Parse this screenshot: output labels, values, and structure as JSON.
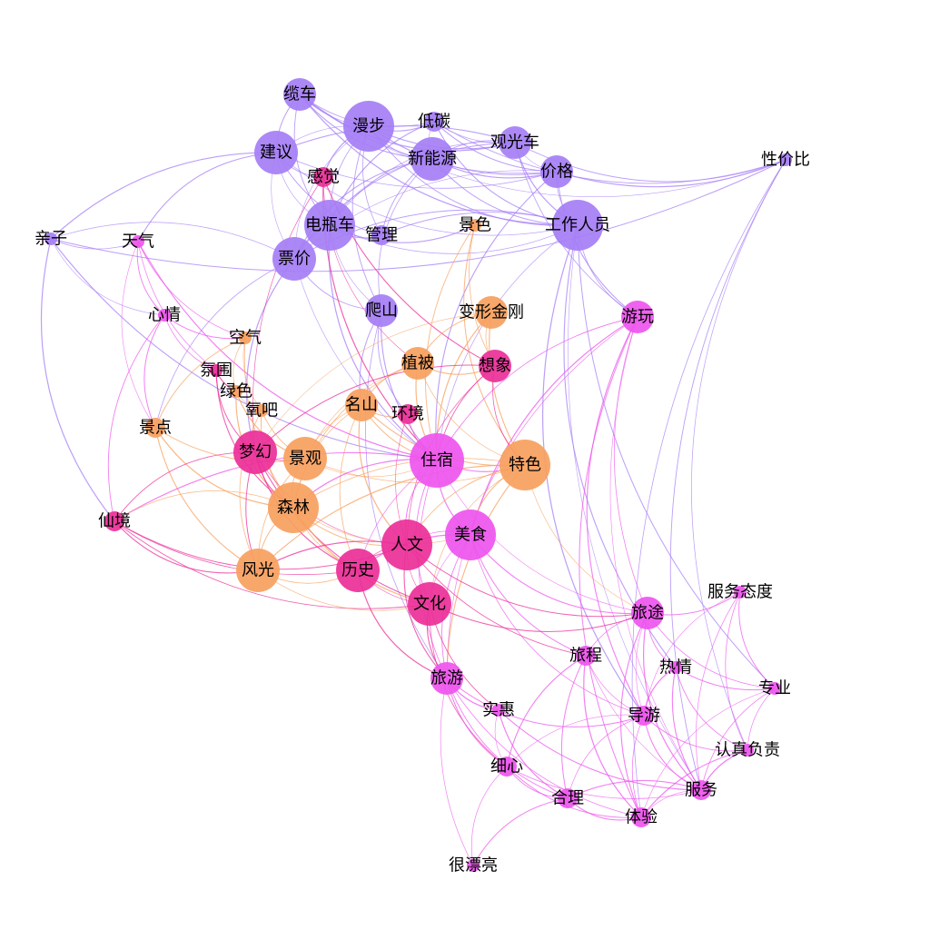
{
  "diagram": {
    "type": "keyword co-occurrence network",
    "background": "#ffffff",
    "community_colors": {
      "purple": "#a57ef5",
      "magenta": "#ee55ee",
      "pink": "#ec2f98",
      "orange": "#f7a05e"
    },
    "nodes": [
      {
        "id": "缆车",
        "label": "缆车",
        "group": "purple",
        "weight": 3
      },
      {
        "id": "漫步",
        "label": "漫步",
        "group": "purple",
        "weight": 5
      },
      {
        "id": "低碳",
        "label": "低碳",
        "group": "purple",
        "weight": 2
      },
      {
        "id": "观光车",
        "label": "观光车",
        "group": "purple",
        "weight": 3
      },
      {
        "id": "建议",
        "label": "建议",
        "group": "purple",
        "weight": 4
      },
      {
        "id": "感觉",
        "label": "感觉",
        "group": "pink",
        "weight": 2
      },
      {
        "id": "新能源",
        "label": "新能源",
        "group": "purple",
        "weight": 4
      },
      {
        "id": "价格",
        "label": "价格",
        "group": "purple",
        "weight": 3
      },
      {
        "id": "性价比",
        "label": "性价比",
        "group": "purple",
        "weight": 1
      },
      {
        "id": "亲子",
        "label": "亲子",
        "group": "purple",
        "weight": 1
      },
      {
        "id": "天气",
        "label": "天气",
        "group": "magenta",
        "weight": 1
      },
      {
        "id": "电瓶车",
        "label": "电瓶车",
        "group": "purple",
        "weight": 5
      },
      {
        "id": "管理",
        "label": "管理",
        "group": "purple",
        "weight": 2
      },
      {
        "id": "景色",
        "label": "景色",
        "group": "orange",
        "weight": 1
      },
      {
        "id": "工作人员",
        "label": "工作人员",
        "group": "purple",
        "weight": 5
      },
      {
        "id": "票价",
        "label": "票价",
        "group": "purple",
        "weight": 4
      },
      {
        "id": "心情",
        "label": "心情",
        "group": "magenta",
        "weight": 1
      },
      {
        "id": "爬山",
        "label": "爬山",
        "group": "purple",
        "weight": 3
      },
      {
        "id": "变形金刚",
        "label": "变形金刚",
        "group": "orange",
        "weight": 3
      },
      {
        "id": "游玩",
        "label": "游玩",
        "group": "magenta",
        "weight": 3
      },
      {
        "id": "空气",
        "label": "空气",
        "group": "orange",
        "weight": 1
      },
      {
        "id": "氛围",
        "label": "氛围",
        "group": "pink",
        "weight": 1
      },
      {
        "id": "植被",
        "label": "植被",
        "group": "orange",
        "weight": 3
      },
      {
        "id": "想象",
        "label": "想象",
        "group": "pink",
        "weight": 3
      },
      {
        "id": "绿色",
        "label": "绿色",
        "group": "orange",
        "weight": 1
      },
      {
        "id": "氧吧",
        "label": "氧吧",
        "group": "orange",
        "weight": 1
      },
      {
        "id": "名山",
        "label": "名山",
        "group": "orange",
        "weight": 3
      },
      {
        "id": "环境",
        "label": "环境",
        "group": "pink",
        "weight": 2
      },
      {
        "id": "景点",
        "label": "景点",
        "group": "orange",
        "weight": 2
      },
      {
        "id": "梦幻",
        "label": "梦幻",
        "group": "pink",
        "weight": 4
      },
      {
        "id": "景观",
        "label": "景观",
        "group": "orange",
        "weight": 4
      },
      {
        "id": "住宿",
        "label": "住宿",
        "group": "magenta",
        "weight": 6
      },
      {
        "id": "特色",
        "label": "特色",
        "group": "orange",
        "weight": 5
      },
      {
        "id": "森林",
        "label": "森林",
        "group": "orange",
        "weight": 5
      },
      {
        "id": "仙境",
        "label": "仙境",
        "group": "pink",
        "weight": 2
      },
      {
        "id": "美食",
        "label": "美食",
        "group": "magenta",
        "weight": 5
      },
      {
        "id": "人文",
        "label": "人文",
        "group": "pink",
        "weight": 5
      },
      {
        "id": "风光",
        "label": "风光",
        "group": "orange",
        "weight": 4
      },
      {
        "id": "历史",
        "label": "历史",
        "group": "pink",
        "weight": 4
      },
      {
        "id": "服务态度",
        "label": "服务态度",
        "group": "magenta",
        "weight": 1
      },
      {
        "id": "文化",
        "label": "文化",
        "group": "pink",
        "weight": 4
      },
      {
        "id": "旅途",
        "label": "旅途",
        "group": "magenta",
        "weight": 3
      },
      {
        "id": "旅程",
        "label": "旅程",
        "group": "magenta",
        "weight": 2
      },
      {
        "id": "热情",
        "label": "热情",
        "group": "magenta",
        "weight": 1
      },
      {
        "id": "专业",
        "label": "专业",
        "group": "magenta",
        "weight": 1
      },
      {
        "id": "旅游",
        "label": "旅游",
        "group": "magenta",
        "weight": 3
      },
      {
        "id": "实惠",
        "label": "实惠",
        "group": "magenta",
        "weight": 1
      },
      {
        "id": "导游",
        "label": "导游",
        "group": "magenta",
        "weight": 2
      },
      {
        "id": "认真负责",
        "label": "认真负责",
        "group": "magenta",
        "weight": 1
      },
      {
        "id": "细心",
        "label": "细心",
        "group": "magenta",
        "weight": 2
      },
      {
        "id": "服务",
        "label": "服务",
        "group": "magenta",
        "weight": 2
      },
      {
        "id": "合理",
        "label": "合理",
        "group": "magenta",
        "weight": 2
      },
      {
        "id": "体验",
        "label": "体验",
        "group": "magenta",
        "weight": 2
      },
      {
        "id": "很漂亮",
        "label": "很漂亮",
        "group": "magenta",
        "weight": 1
      }
    ],
    "edges": [
      [
        "缆车",
        "漫步"
      ],
      [
        "缆车",
        "观光车"
      ],
      [
        "缆车",
        "新能源"
      ],
      [
        "缆车",
        "建议"
      ],
      [
        "缆车",
        "电瓶车"
      ],
      [
        "缆车",
        "低碳"
      ],
      [
        "缆车",
        "价格"
      ],
      [
        "缆车",
        "性价比"
      ],
      [
        "缆车",
        "工作人员"
      ],
      [
        "漫步",
        "低碳"
      ],
      [
        "漫步",
        "观光车"
      ],
      [
        "漫步",
        "新能源"
      ],
      [
        "漫步",
        "电瓶车"
      ],
      [
        "漫步",
        "建议"
      ],
      [
        "漫步",
        "票价"
      ],
      [
        "漫步",
        "感觉"
      ],
      [
        "漫步",
        "价格"
      ],
      [
        "漫步",
        "工作人员"
      ],
      [
        "漫步",
        "爬山"
      ],
      [
        "漫步",
        "管理"
      ],
      [
        "低碳",
        "观光车"
      ],
      [
        "低碳",
        "新能源"
      ],
      [
        "低碳",
        "电瓶车"
      ],
      [
        "低碳",
        "价格"
      ],
      [
        "低碳",
        "工作人员"
      ],
      [
        "低碳",
        "性价比"
      ],
      [
        "观光车",
        "新能源"
      ],
      [
        "观光车",
        "电瓶车"
      ],
      [
        "观光车",
        "价格"
      ],
      [
        "观光车",
        "工作人员"
      ],
      [
        "观光车",
        "建议"
      ],
      [
        "观光车",
        "票价"
      ],
      [
        "观光车",
        "性价比"
      ],
      [
        "观光车",
        "游玩"
      ],
      [
        "建议",
        "电瓶车"
      ],
      [
        "建议",
        "票价"
      ],
      [
        "建议",
        "亲子"
      ],
      [
        "建议",
        "天气"
      ],
      [
        "建议",
        "感觉"
      ],
      [
        "建议",
        "管理"
      ],
      [
        "建议",
        "价格"
      ],
      [
        "建议",
        "工作人员"
      ],
      [
        "新能源",
        "电瓶车"
      ],
      [
        "新能源",
        "价格"
      ],
      [
        "新能源",
        "票价"
      ],
      [
        "新能源",
        "工作人员"
      ],
      [
        "新能源",
        "管理"
      ],
      [
        "新能源",
        "爬山"
      ],
      [
        "价格",
        "工作人员"
      ],
      [
        "价格",
        "票价"
      ],
      [
        "价格",
        "性价比"
      ],
      [
        "价格",
        "住宿"
      ],
      [
        "价格",
        "游玩"
      ],
      [
        "电瓶车",
        "票价"
      ],
      [
        "电瓶车",
        "管理"
      ],
      [
        "电瓶车",
        "工作人员"
      ],
      [
        "电瓶车",
        "爬山"
      ],
      [
        "电瓶车",
        "住宿"
      ],
      [
        "电瓶车",
        "景色"
      ],
      [
        "工作人员",
        "票价"
      ],
      [
        "工作人员",
        "管理"
      ],
      [
        "工作人员",
        "游玩"
      ],
      [
        "工作人员",
        "住宿"
      ],
      [
        "工作人员",
        "服务"
      ],
      [
        "工作人员",
        "导游"
      ],
      [
        "工作人员",
        "热情"
      ],
      [
        "工作人员",
        "专业"
      ],
      [
        "票价",
        "爬山"
      ],
      [
        "票价",
        "景点"
      ],
      [
        "票价",
        "亲子"
      ],
      [
        "票价",
        "住宿"
      ],
      [
        "票价",
        "梦幻"
      ],
      [
        "爬山",
        "住宿"
      ],
      [
        "爬山",
        "名山"
      ],
      [
        "爬山",
        "环境"
      ],
      [
        "爬山",
        "旅游"
      ],
      [
        "亲子",
        "天气"
      ],
      [
        "亲子",
        "心情"
      ],
      [
        "亲子",
        "仙境"
      ],
      [
        "亲子",
        "住宿"
      ],
      [
        "亲子",
        "性价比"
      ],
      [
        "天气",
        "心情"
      ],
      [
        "天气",
        "空气"
      ],
      [
        "天气",
        "氛围"
      ],
      [
        "天气",
        "景点"
      ],
      [
        "天气",
        "住宿"
      ],
      [
        "心情",
        "空气"
      ],
      [
        "心情",
        "景点"
      ],
      [
        "心情",
        "仙境"
      ],
      [
        "心情",
        "氛围"
      ],
      [
        "感觉",
        "梦幻"
      ],
      [
        "感觉",
        "植被"
      ],
      [
        "感觉",
        "住宿"
      ],
      [
        "感觉",
        "想象"
      ],
      [
        "景色",
        "特色"
      ],
      [
        "景色",
        "住宿"
      ],
      [
        "景色",
        "想象"
      ],
      [
        "变形金刚",
        "想象"
      ],
      [
        "变形金刚",
        "梦幻"
      ],
      [
        "变形金刚",
        "住宿"
      ],
      [
        "变形金刚",
        "特色"
      ],
      [
        "变形金刚",
        "植被"
      ],
      [
        "游玩",
        "住宿"
      ],
      [
        "游玩",
        "旅途"
      ],
      [
        "游玩",
        "旅游"
      ],
      [
        "游玩",
        "服务"
      ],
      [
        "游玩",
        "美食"
      ],
      [
        "游玩",
        "导游"
      ],
      [
        "游玩",
        "体验"
      ],
      [
        "空气",
        "景点"
      ],
      [
        "空气",
        "森林"
      ],
      [
        "空气",
        "绿色"
      ],
      [
        "空气",
        "氧吧"
      ],
      [
        "氛围",
        "绿色"
      ],
      [
        "氛围",
        "森林"
      ],
      [
        "氛围",
        "梦幻"
      ],
      [
        "植被",
        "名山"
      ],
      [
        "植被",
        "森林"
      ],
      [
        "植被",
        "特色"
      ],
      [
        "植被",
        "景观"
      ],
      [
        "植被",
        "住宿"
      ],
      [
        "植被",
        "想象"
      ],
      [
        "想象",
        "梦幻"
      ],
      [
        "想象",
        "住宿"
      ],
      [
        "想象",
        "特色"
      ],
      [
        "想象",
        "人文"
      ],
      [
        "绿色",
        "氧吧"
      ],
      [
        "绿色",
        "森林"
      ],
      [
        "绿色",
        "景观"
      ],
      [
        "氧吧",
        "森林"
      ],
      [
        "氧吧",
        "景观"
      ],
      [
        "氧吧",
        "风光"
      ],
      [
        "名山",
        "森林"
      ],
      [
        "名山",
        "景观"
      ],
      [
        "名山",
        "人文"
      ],
      [
        "名山",
        "特色"
      ],
      [
        "名山",
        "住宿"
      ],
      [
        "名山",
        "环境"
      ],
      [
        "名山",
        "历史"
      ],
      [
        "环境",
        "住宿"
      ],
      [
        "环境",
        "人文"
      ],
      [
        "景点",
        "森林"
      ],
      [
        "景点",
        "风光"
      ],
      [
        "景点",
        "景观"
      ],
      [
        "梦幻",
        "仙境"
      ],
      [
        "梦幻",
        "森林"
      ],
      [
        "梦幻",
        "景观"
      ],
      [
        "梦幻",
        "人文"
      ],
      [
        "梦幻",
        "历史"
      ],
      [
        "梦幻",
        "文化"
      ],
      [
        "梦幻",
        "风光"
      ],
      [
        "景观",
        "森林"
      ],
      [
        "景观",
        "风光"
      ],
      [
        "景观",
        "特色"
      ],
      [
        "景观",
        "住宿"
      ],
      [
        "住宿",
        "美食"
      ],
      [
        "住宿",
        "特色"
      ],
      [
        "住宿",
        "人文"
      ],
      [
        "住宿",
        "文化"
      ],
      [
        "住宿",
        "旅游"
      ],
      [
        "住宿",
        "历史"
      ],
      [
        "住宿",
        "旅途"
      ],
      [
        "住宿",
        "森林"
      ],
      [
        "住宿",
        "仙境"
      ],
      [
        "特色",
        "美食"
      ],
      [
        "特色",
        "人文"
      ],
      [
        "特色",
        "森林"
      ],
      [
        "特色",
        "文化"
      ],
      [
        "特色",
        "旅途"
      ],
      [
        "特色",
        "风光"
      ],
      [
        "特色",
        "旅游"
      ],
      [
        "森林",
        "风光"
      ],
      [
        "森林",
        "人文"
      ],
      [
        "森林",
        "历史"
      ],
      [
        "森林",
        "仙境"
      ],
      [
        "森林",
        "美食"
      ],
      [
        "森林",
        "文化"
      ],
      [
        "仙境",
        "风光"
      ],
      [
        "仙境",
        "人文"
      ],
      [
        "仙境",
        "文化"
      ],
      [
        "仙境",
        "历史"
      ],
      [
        "美食",
        "人文"
      ],
      [
        "美食",
        "文化"
      ],
      [
        "美食",
        "历史"
      ],
      [
        "美食",
        "旅途"
      ],
      [
        "美食",
        "旅程"
      ],
      [
        "美食",
        "旅游"
      ],
      [
        "美食",
        "导游"
      ],
      [
        "人文",
        "历史"
      ],
      [
        "人文",
        "文化"
      ],
      [
        "人文",
        "风光"
      ],
      [
        "人文",
        "旅游"
      ],
      [
        "人文",
        "旅途"
      ],
      [
        "人文",
        "旅程"
      ],
      [
        "风光",
        "历史"
      ],
      [
        "风光",
        "文化"
      ],
      [
        "历史",
        "文化"
      ],
      [
        "历史",
        "旅游"
      ],
      [
        "文化",
        "旅游"
      ],
      [
        "文化",
        "旅途"
      ],
      [
        "文化",
        "实惠"
      ],
      [
        "文化",
        "细心"
      ],
      [
        "旅途",
        "旅程"
      ],
      [
        "旅途",
        "导游"
      ],
      [
        "旅途",
        "服务"
      ],
      [
        "旅途",
        "体验"
      ],
      [
        "旅途",
        "服务态度"
      ],
      [
        "旅途",
        "热情"
      ],
      [
        "旅途",
        "专业"
      ],
      [
        "旅程",
        "导游"
      ],
      [
        "旅程",
        "服务"
      ],
      [
        "旅程",
        "体验"
      ],
      [
        "旅程",
        "细心"
      ],
      [
        "旅程",
        "合理"
      ],
      [
        "服务态度",
        "专业"
      ],
      [
        "服务态度",
        "认真负责"
      ],
      [
        "服务态度",
        "服务"
      ],
      [
        "服务态度",
        "导游"
      ],
      [
        "热情",
        "导游"
      ],
      [
        "热情",
        "服务"
      ],
      [
        "热情",
        "专业"
      ],
      [
        "热情",
        "认真负责"
      ],
      [
        "专业",
        "服务"
      ],
      [
        "专业",
        "认真负责"
      ],
      [
        "专业",
        "体验"
      ],
      [
        "旅游",
        "实惠"
      ],
      [
        "旅游",
        "细心"
      ],
      [
        "旅游",
        "导游"
      ],
      [
        "旅游",
        "合理"
      ],
      [
        "旅游",
        "体验"
      ],
      [
        "旅游",
        "很漂亮"
      ],
      [
        "实惠",
        "细心"
      ],
      [
        "实惠",
        "合理"
      ],
      [
        "实惠",
        "服务"
      ],
      [
        "导游",
        "服务"
      ],
      [
        "导游",
        "认真负责"
      ],
      [
        "导游",
        "体验"
      ],
      [
        "导游",
        "合理"
      ],
      [
        "导游",
        "细心"
      ],
      [
        "认真负责",
        "服务"
      ],
      [
        "认真负责",
        "体验"
      ],
      [
        "细心",
        "合理"
      ],
      [
        "细心",
        "体验"
      ],
      [
        "细心",
        "服务"
      ],
      [
        "细心",
        "很漂亮"
      ],
      [
        "服务",
        "体验"
      ],
      [
        "服务",
        "合理"
      ],
      [
        "合理",
        "体验"
      ],
      [
        "合理",
        "很漂亮"
      ],
      [
        "性价比",
        "服务"
      ],
      [
        "性价比",
        "体验"
      ],
      [
        "性价比",
        "认真负责"
      ]
    ]
  }
}
